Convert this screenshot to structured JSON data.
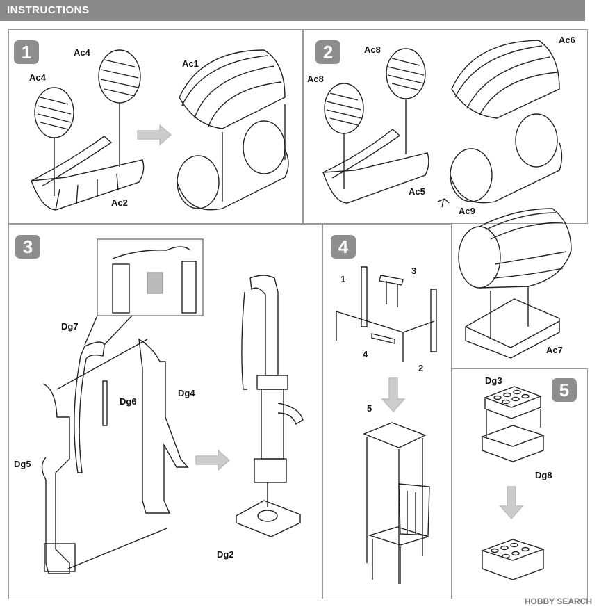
{
  "header": {
    "title": "INSTRUCTIONS"
  },
  "steps": [
    {
      "number": "1",
      "labels": [
        "Ac4",
        "Ac4",
        "Ac1",
        "Ac2"
      ]
    },
    {
      "number": "2",
      "labels": [
        "Ac8",
        "Ac8",
        "Ac6",
        "Ac5",
        "Ac9",
        "Ac7"
      ]
    },
    {
      "number": "3",
      "labels": [
        "Dg7",
        "Dg6",
        "Dg4",
        "Dg5",
        "Dg2"
      ]
    },
    {
      "number": "4",
      "labels": [
        "1",
        "3",
        "4",
        "2",
        "5"
      ]
    },
    {
      "number": "5",
      "labels": [
        "Dg3",
        "Dg8"
      ]
    }
  ],
  "watermark": "HOBBY SEARCH"
}
